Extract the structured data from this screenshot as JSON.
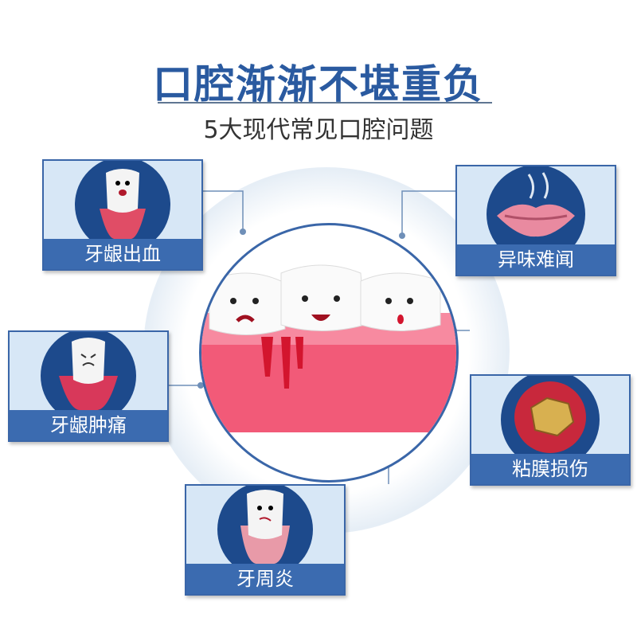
{
  "header": {
    "title": "口腔渐渐不堪重负",
    "subtitle": "5大现代常见口腔问题"
  },
  "problems": [
    {
      "label": "牙龈出血",
      "icon": "bleeding-tooth-icon"
    },
    {
      "label": "异味难闻",
      "icon": "bad-breath-lips-icon"
    },
    {
      "label": "牙龈肿痛",
      "icon": "swollen-gum-tooth-icon"
    },
    {
      "label": "粘膜损伤",
      "icon": "mucosa-ulcer-icon"
    },
    {
      "label": "牙周炎",
      "icon": "periodontitis-tooth-icon"
    }
  ],
  "colors": {
    "accent": "#3b6bb0",
    "title": "#2a5aa0",
    "gum": "#f25a78",
    "blood": "#d3152e"
  }
}
